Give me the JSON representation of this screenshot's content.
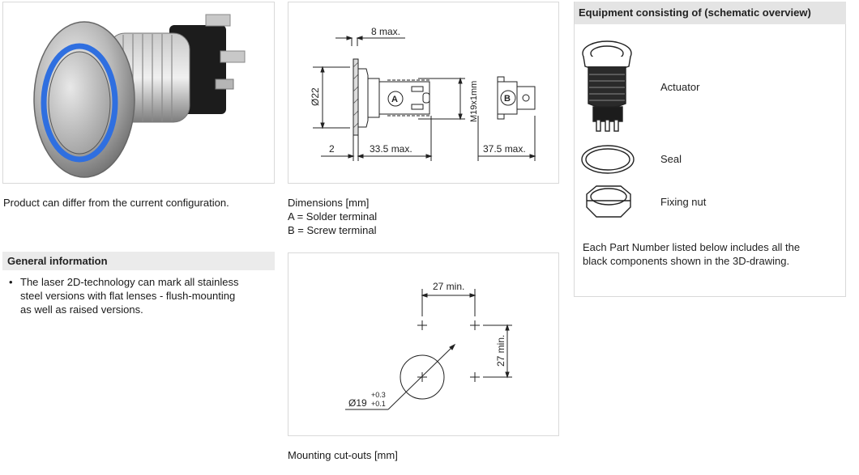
{
  "product_caption": "Product can differ from the current configuration.",
  "dimensions": {
    "caption_title": "Dimensions [mm]",
    "caption_a": "A = Solder terminal",
    "caption_b": "B = Screw terminal",
    "label_8max": "8 max.",
    "label_d22": "Ø22",
    "label_thread": "M19x1mm",
    "label_2": "2",
    "label_33": "33.5 max.",
    "label_37": "37.5 max.",
    "label_a": "A",
    "label_b": "B"
  },
  "general": {
    "header": "General information",
    "bullet": "•",
    "lines": [
      "The laser 2D-technology can mark all stainless",
      "steel versions with flat lenses - flush-mounting",
      "as well as raised versions."
    ]
  },
  "mounting": {
    "caption": "Mounting cut-outs [mm]",
    "label_27h": "27 min.",
    "label_27v": "27 min.",
    "label_d19": "Ø19",
    "tol_plus": "+0.3",
    "tol_minus": "+0.1"
  },
  "equipment": {
    "header": "Equipment consisting of (schematic overview)",
    "parts": [
      "Actuator",
      "Seal",
      "Fixing nut"
    ],
    "note_lines": [
      "Each Part Number listed below includes all the",
      "black components shown in the 3D-drawing."
    ]
  },
  "colors": {
    "led_ring": "#2f6fe0",
    "panel_gray": "#ebebeb"
  }
}
